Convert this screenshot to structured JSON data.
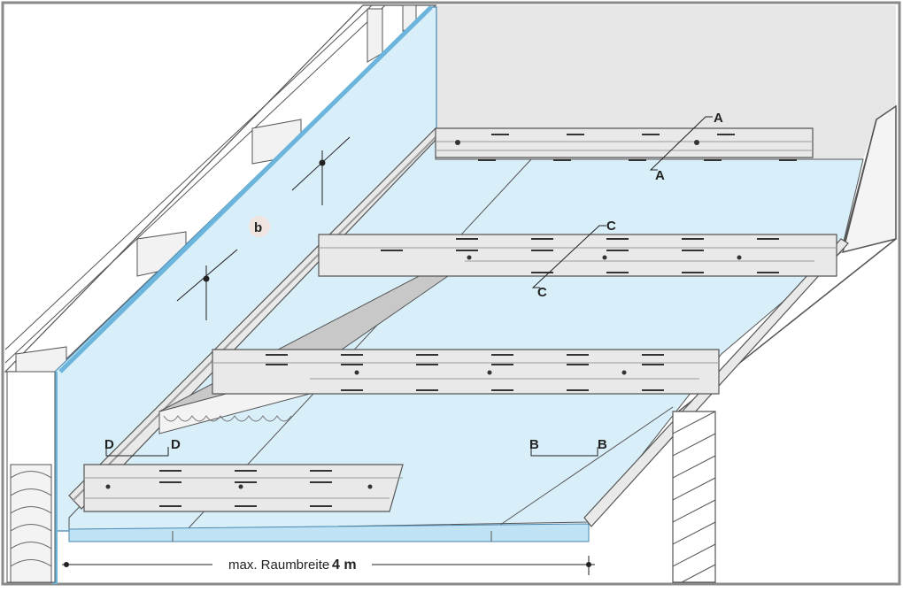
{
  "labels": {
    "a": "A",
    "b": "B",
    "c": "C",
    "d": "D",
    "wall": "b"
  },
  "dimension": {
    "text": "max. Raumbreite",
    "value": "4 m"
  },
  "colors": {
    "board": "#d8eef8",
    "board_edge": "#6bb4dc",
    "profile": "#e9e9e9",
    "profile_dark": "#9a9a9a",
    "ceiling": "#e6e6e6",
    "panel": "#c8c8c8",
    "frame": "#8a8a8a"
  }
}
